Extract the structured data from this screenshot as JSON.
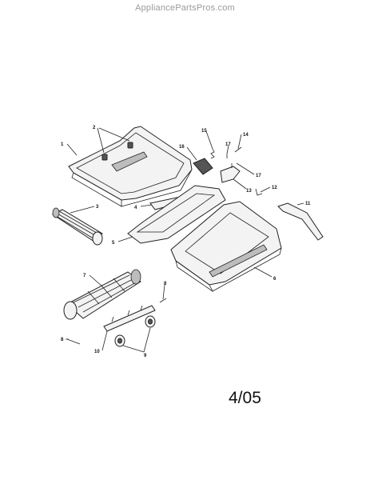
{
  "watermark": "AppliancePartsPros.com",
  "date_code": "4/05",
  "callouts": {
    "c1": "1",
    "c2": "2",
    "c3": "3",
    "c4": "4",
    "c5": "5",
    "c6": "6",
    "c7": "7",
    "c8a": "8",
    "c8b": "8",
    "c9": "9",
    "c10": "10",
    "c11": "11",
    "c12": "12",
    "c13": "13",
    "c14": "14",
    "c15": "15",
    "c16": "16",
    "c17a": "17",
    "c17b": "17"
  }
}
